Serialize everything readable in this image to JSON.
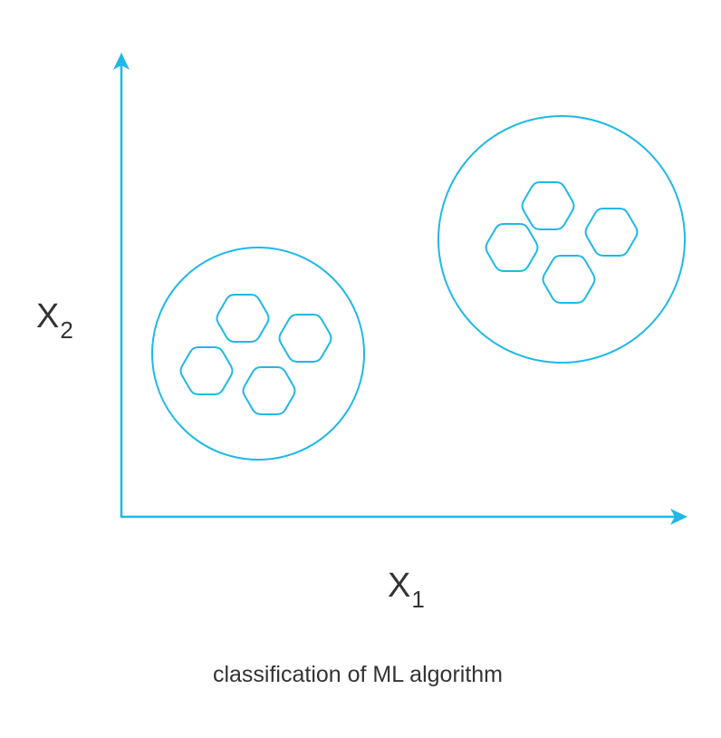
{
  "diagram": {
    "accent_color": "#1fb8e6",
    "axes": {
      "y_label_main": "X",
      "y_label_sub": "2",
      "x_label_main": "X",
      "x_label_sub": "1",
      "arrow_icons": [
        "arrow-up-icon",
        "arrow-right-icon"
      ]
    },
    "clusters": [
      {
        "name": "left-cluster",
        "member_count": 4,
        "member_shape": "hexagon-icon"
      },
      {
        "name": "right-cluster",
        "member_count": 4,
        "member_shape": "hexagon-icon"
      }
    ],
    "caption": "classification of ML algorithm"
  }
}
